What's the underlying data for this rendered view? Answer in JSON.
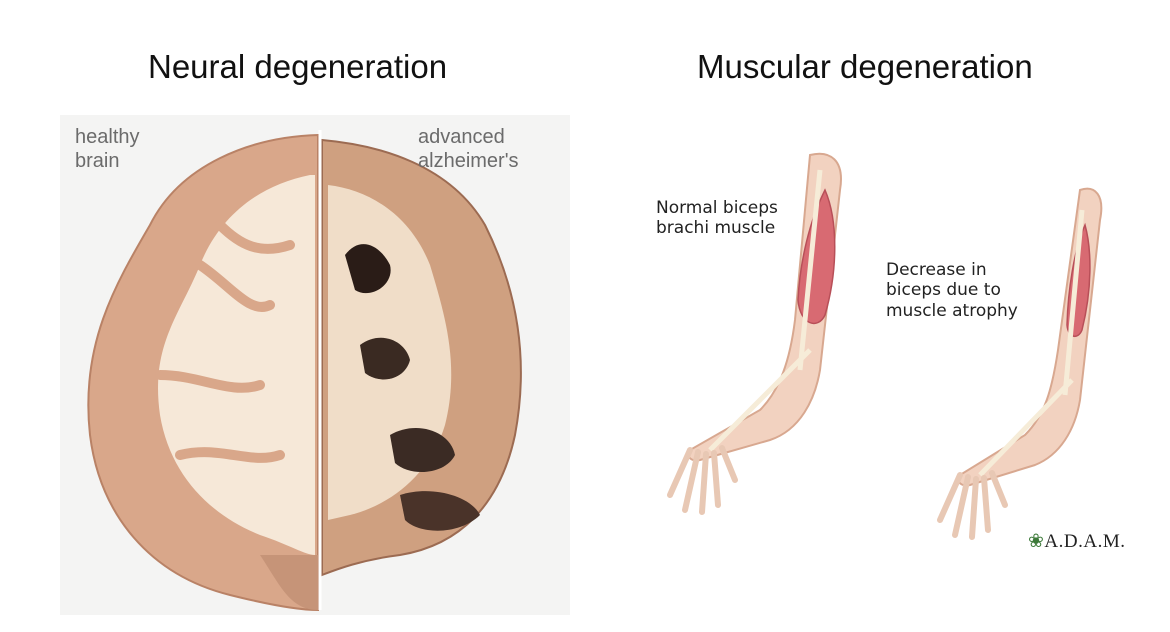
{
  "titles": {
    "left": "Neural degeneration",
    "right": "Muscular degeneration"
  },
  "brain": {
    "label_healthy": "healthy\nbrain",
    "label_alz": "advanced\nalzheimer's"
  },
  "arms": {
    "label_normal": "Normal biceps\nbrachi muscle",
    "label_atrophy": "Decrease in\nbiceps due to\nmuscle atrophy"
  },
  "logo": {
    "text": "A.D.A.M.",
    "icon": "leaf-icon",
    "color": "#3d7a3a"
  },
  "colors": {
    "brain_tissue": "#d9a78a",
    "white_matter": "#f6e8d8",
    "muscle": "#d86a72",
    "skin": "#f2d2c0"
  }
}
